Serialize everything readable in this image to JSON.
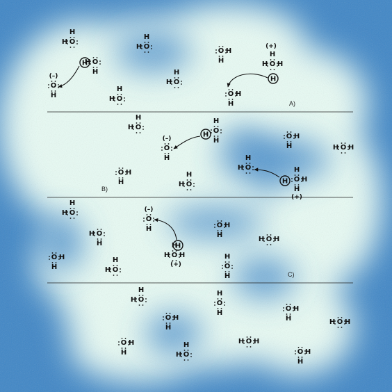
{
  "colors": {
    "background_blue": "#3f86c6",
    "glow": "#e8fbf4",
    "ink": "#111111"
  },
  "diagram": {
    "atoms": {
      "oxygen": "O",
      "hydrogen": "H"
    },
    "charges": {
      "negative": "(–)",
      "positive": "(+)"
    },
    "proton_symbol": "H",
    "panels": [
      {
        "label": "A)"
      },
      {
        "label": "B)"
      },
      {
        "label": "C)"
      },
      {
        "label": ""
      }
    ]
  }
}
